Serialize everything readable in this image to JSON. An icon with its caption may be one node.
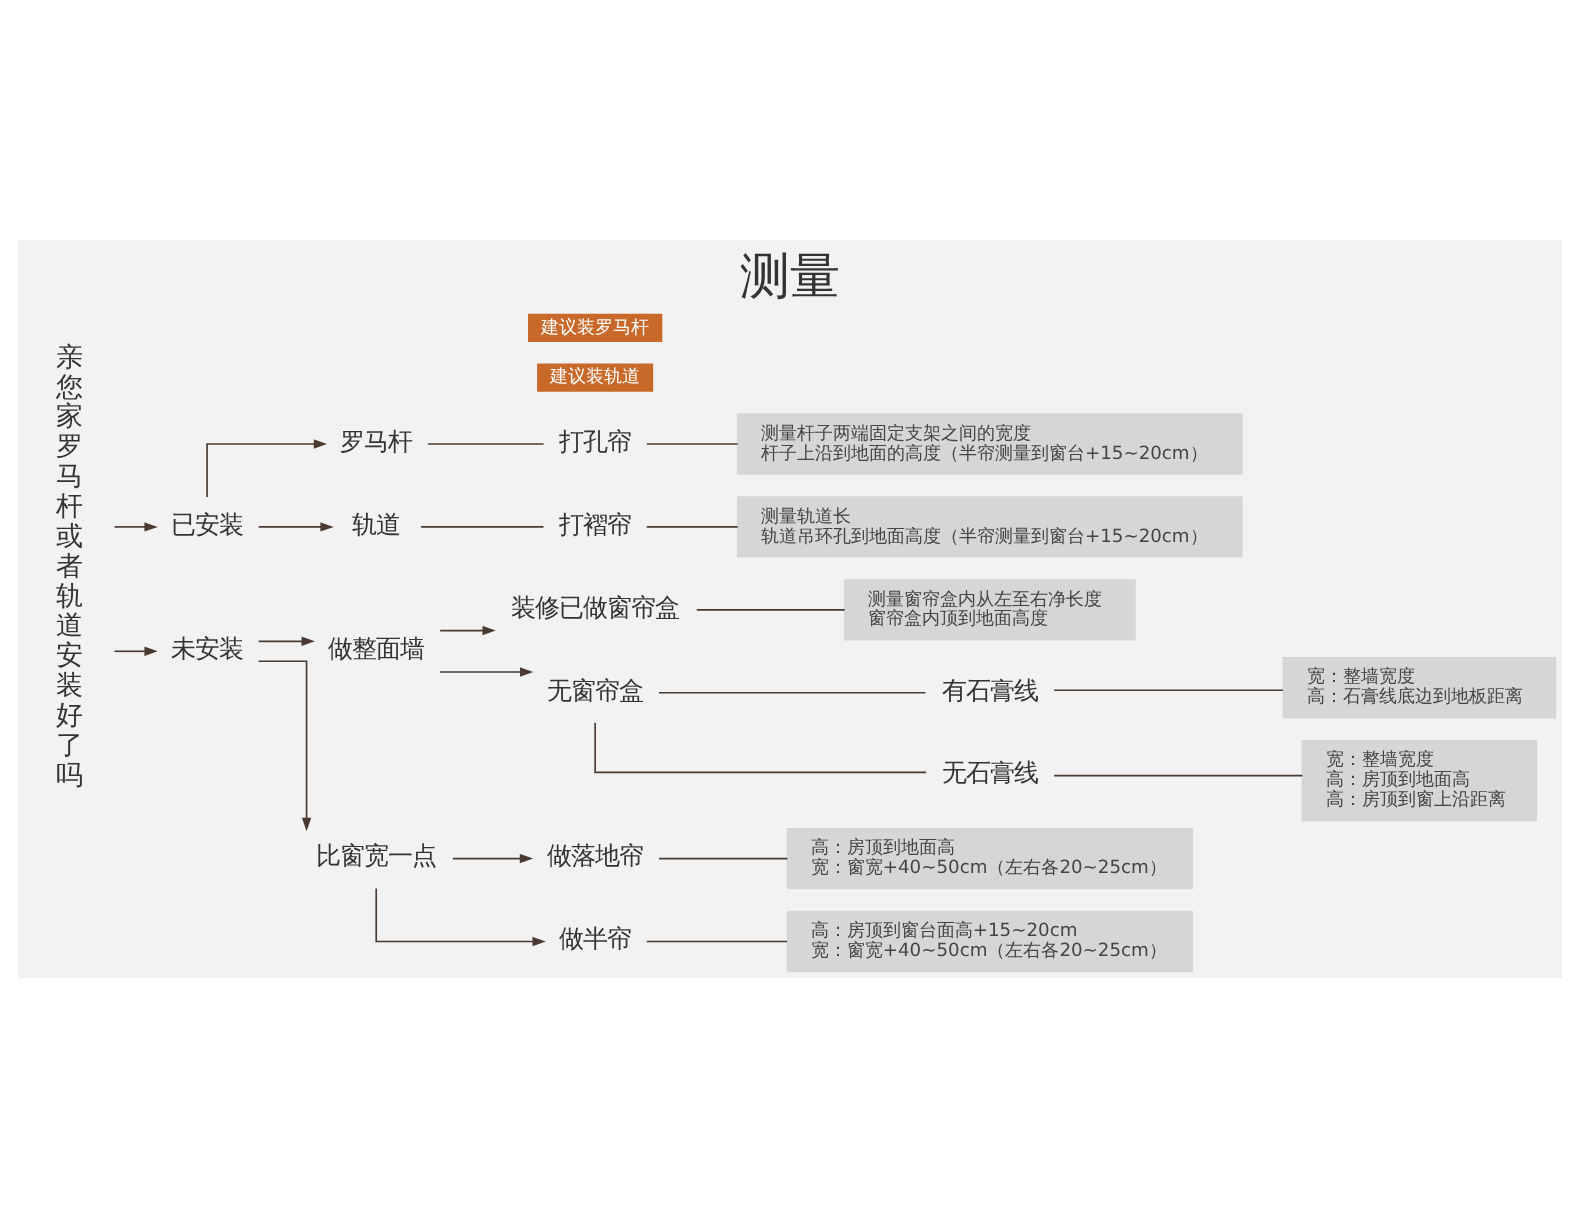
{
  "diagram": {
    "title": "测量",
    "nodes": [
      {
        "text": [
          "亲您家罗马杆或者轨道安装好了吗"
        ]
      },
      {
        "text": [
          "已安装"
        ]
      },
      {
        "text": [
          "罗马杆"
        ]
      },
      {
        "text": [
          "打孔帘"
        ]
      },
      {
        "text": [
          "测量杆子两端固定支架之间的宽度",
          "杆子上沿到地面的高度（半帘测量到窗台+15~20cm）"
        ]
      },
      {
        "text": [
          "轨道"
        ]
      },
      {
        "text": [
          "打褶帘"
        ]
      },
      {
        "text": [
          "测量轨道长",
          "轨道吊环孔到地面高度（半帘测量到窗台+15~20cm）"
        ]
      },
      {
        "text": [
          "未安装"
        ]
      },
      {
        "text": [
          "做整面墙"
        ]
      },
      {
        "text": [
          "装修已做窗帘盒"
        ]
      },
      {
        "text": [
          "建议装轨道"
        ]
      },
      {
        "text": [
          "测量窗帘盒内从左至右净长度",
          "窗帘盒内顶到地面高度"
        ]
      },
      {
        "text": [
          "无窗帘盒"
        ]
      },
      {
        "text": [
          "建议装罗马杆"
        ]
      },
      {
        "text": [
          "有石膏线"
        ]
      },
      {
        "text": [
          "宽：整墙宽度",
          "高：石膏线底边到地板距离"
        ]
      },
      {
        "text": [
          "无石膏线"
        ]
      },
      {
        "text": [
          "宽：整墙宽度",
          "高：房顶到地面高",
          "高：房顶到窗上沿距离"
        ]
      },
      {
        "text": [
          "比窗宽一点"
        ]
      },
      {
        "text": [
          "做落地帘"
        ]
      },
      {
        "text": [
          "高：房顶到地面高",
          "宽：窗宽+40~50cm（左右各20~25cm）"
        ]
      },
      {
        "text": [
          "做半帘"
        ]
      },
      {
        "text": [
          "高：房顶到窗台面高+15~20cm",
          "宽：窗宽+40~50cm（左右各20~25cm）"
        ]
      }
    ],
    "edges": [
      {
        "from": 0,
        "to": 1,
        "arrow": "to"
      },
      {
        "from": 0,
        "to": 8,
        "arrow": "to"
      },
      {
        "from": 1,
        "to": 2,
        "arrow": "to"
      },
      {
        "from": 1,
        "to": 5,
        "arrow": "to"
      },
      {
        "from": 2,
        "to": 3,
        "arrow": "none"
      },
      {
        "from": 3,
        "to": 4,
        "arrow": "none"
      },
      {
        "from": 5,
        "to": 6,
        "arrow": "none"
      },
      {
        "from": 6,
        "to": 7,
        "arrow": "none"
      },
      {
        "from": 8,
        "to": 9,
        "arrow": "to"
      },
      {
        "from": 8,
        "to": 19,
        "arrow": "to"
      },
      {
        "from": 9,
        "to": 10,
        "arrow": "to"
      },
      {
        "from": 9,
        "to": 13,
        "arrow": "to"
      },
      {
        "from": 10,
        "to": 12,
        "arrow": "none"
      },
      {
        "from": 13,
        "to": 15,
        "arrow": "none"
      },
      {
        "from": 13,
        "to": 17,
        "arrow": "none"
      },
      {
        "from": 15,
        "to": 16,
        "arrow": "none"
      },
      {
        "from": 17,
        "to": 18,
        "arrow": "none"
      },
      {
        "from": 19,
        "to": 20,
        "arrow": "to"
      },
      {
        "from": 19,
        "to": 22,
        "arrow": "to"
      },
      {
        "from": 20,
        "to": 21,
        "arrow": "none"
      },
      {
        "from": 22,
        "to": 23,
        "arrow": "none"
      }
    ]
  }
}
